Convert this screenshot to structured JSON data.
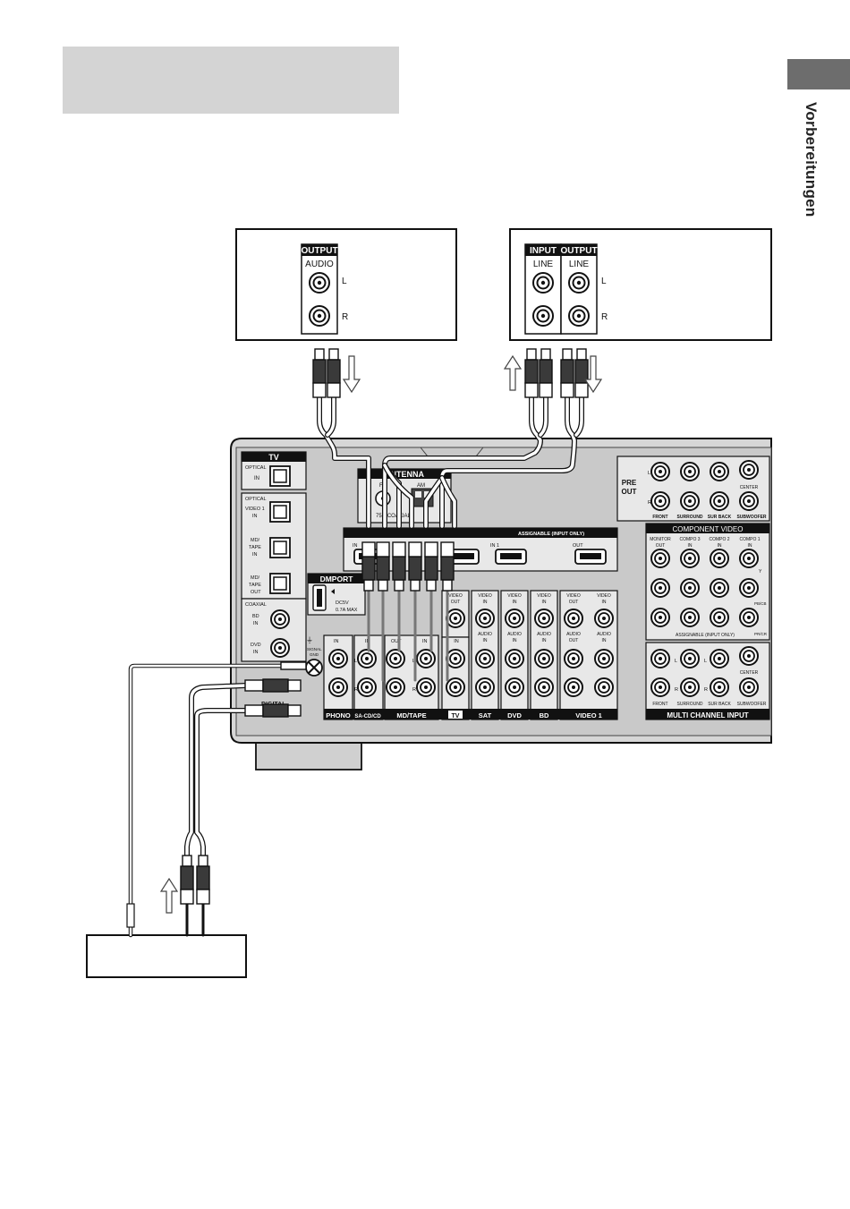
{
  "sidebar": {
    "label": "Vorbereitungen"
  },
  "device_left": {
    "output_tag": "OUTPUT",
    "audio": "AUDIO",
    "l": "L",
    "r": "R"
  },
  "device_right": {
    "input_tag": "INPUT",
    "output_tag": "OUTPUT",
    "line_in": "LINE",
    "line_out": "LINE",
    "l": "L",
    "r": "R"
  },
  "receiver": {
    "tv_tag": "TV",
    "optical1": "OPTICAL",
    "in1": "IN",
    "optical2": "OPTICAL",
    "video1_in": [
      "VIDEO 1",
      "IN"
    ],
    "md_tape_in": [
      "MD/",
      "TAPE",
      "IN"
    ],
    "md_tape_out": [
      "MD/",
      "TAPE",
      "OUT"
    ],
    "coaxial": "COAXIAL",
    "bd_in": [
      "BD",
      "IN"
    ],
    "dvd_in": [
      "DVD",
      "IN"
    ],
    "antenna": "ANTENNA",
    "fm": "FM",
    "am": "AM",
    "coaxial_75": "75Ω COAXIAL",
    "hdmi_assignable": "ASSIGNABLE (INPUT ONLY)",
    "hdmi_in": "IN",
    "hdmi_in1": "IN 1",
    "hdmi_out": "OUT",
    "dmport": "DMPORT",
    "dmport_power": [
      "DC5V",
      "0.7A MAX"
    ],
    "monitor": "MONITOR",
    "signal_gnd": [
      "SIGNAL",
      "GND"
    ],
    "digital": "DIGITAL",
    "preout": [
      "PRE",
      "OUT"
    ],
    "preout_labels": [
      "FRONT",
      "SURROUND",
      "SUR BACK",
      "SUBWOOFER"
    ],
    "center": "CENTER",
    "component_video": "COMPONENT VIDEO",
    "comp_heads": [
      [
        "MONITOR",
        "OUT"
      ],
      [
        "COMPO 3",
        "IN"
      ],
      [
        "COMPO 2",
        "IN"
      ],
      [
        "COMPO 1",
        "IN"
      ]
    ],
    "y": "Y",
    "pb": "PB/CB",
    "pr": "PR/CR",
    "comp_assignable": "ASSIGNABLE (INPUT ONLY)",
    "multi_center": "CENTER",
    "multi_labels": [
      "FRONT",
      "SURROUND",
      "SUR BACK",
      "SUBWOOFER"
    ],
    "multi_title": "MULTI CHANNEL INPUT",
    "audio_in": "IN",
    "audio_out": "OUT",
    "video_out": [
      "VIDEO",
      "OUT"
    ],
    "video_in": [
      "VIDEO",
      "IN"
    ],
    "audio_in2": [
      "AUDIO",
      "IN"
    ],
    "audio_out2": [
      "AUDIO",
      "OUT"
    ],
    "bottom_labels": [
      "PHONO",
      "SA-CD/CD",
      "MD/TAPE",
      "TV",
      "SAT",
      "DVD",
      "BD",
      "VIDEO 1"
    ],
    "L": "L",
    "R": "R"
  }
}
